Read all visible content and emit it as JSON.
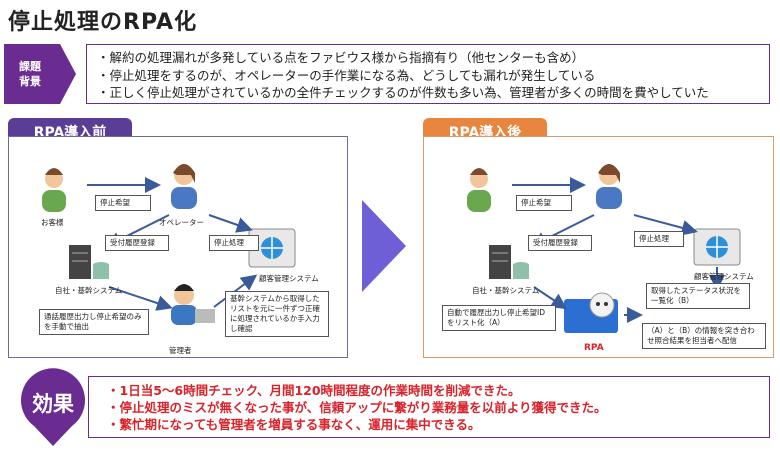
{
  "title": "停止処理のRPA化",
  "issue": {
    "tag": "課題背景",
    "bullets": [
      "・解約の処理漏れが多発している点をファビウス様から指摘有り（他センターも含め）",
      "・停止処理をするのが、オペレーターの手作業になる為、どうしても漏れが発生している",
      "・正しく停止処理がされているかの全件チェックするのが件数も多い為、管理者が多くの時間を費やしていた"
    ]
  },
  "before": {
    "tab": "RPA導入前",
    "customer": "お客様",
    "operator": "オペレーター",
    "in_house": "自社・基幹システム",
    "manager": "管理者",
    "crm": "顧客管理システム",
    "box_request": "停止希望",
    "box_history": "受付履歴登録",
    "box_stop": "停止処理",
    "box_extract": "通話履歴出力し停止希望のみを手動で抽出",
    "box_check": "基幹システムから取得したリストを元に一件ずつ正確に処理されているか手入力し確認"
  },
  "after": {
    "tab": "RPA導入後",
    "in_house": "自社・基幹システム",
    "crm": "顧客管理システム",
    "rpa": "RPA",
    "box_request": "停止希望",
    "box_history": "受付履歴登録",
    "box_stop": "停止処理",
    "box_list": "自動で履歴出力し停止希望IDをリスト化（A）",
    "box_status": "取得したステータス状況を一覧化（B）",
    "box_match": "（A）と（B）の情報を突き合わせ照合結果を担当者へ配信"
  },
  "effect": {
    "tag": "効果",
    "bullets": [
      "・1日当5〜6時間チェック、月間120時間程度の作業時間を削減できた。",
      "・停止処理のミスが無くなった事が、信頼アップに繋がり業務量を以前より獲得できた。",
      "・繁忙期になっても管理者を増員する事なく、運用に集中できる。"
    ]
  },
  "colors": {
    "purple": "#5a3e96",
    "orange": "#e8863f",
    "red": "#d8232a",
    "arrow": "#6f5fd6"
  }
}
